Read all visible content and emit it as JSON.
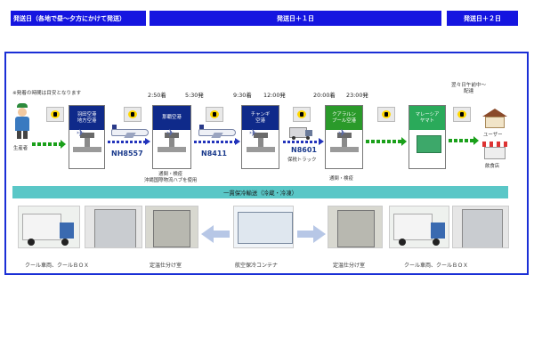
{
  "headers": {
    "day1": "発送日（各地で昼～夕方にかけて発送）",
    "day2": "発送日＋１日",
    "day3": "発送日＋２日"
  },
  "notes": {
    "timing": "※発着の時間は目安となります",
    "delivery": "翌々日午前中～\n配達"
  },
  "actors": {
    "producer": "生産者",
    "user": "ユーザー",
    "restaurant": "飲食店"
  },
  "hubs": [
    {
      "label": "羽田空港\n地方空港",
      "color": "#0f2a8a"
    },
    {
      "label": "那覇空港",
      "color": "#0f2a8a"
    },
    {
      "label": "チャンギ\n空港",
      "color": "#0f2a8a"
    },
    {
      "label": "クアラルン\nプール空港",
      "color": "#2a9a2a"
    },
    {
      "label": "マレーシア\nヤマト",
      "color": "#2aaa5a"
    }
  ],
  "times": {
    "t1": "2:50着",
    "t2": "5:30発",
    "t3": "9:30着",
    "t4": "12:00発",
    "t5": "20:00着",
    "t6": "23:00発"
  },
  "flights": {
    "f1": "NH8557",
    "f2": "N8411",
    "f3": "N8601",
    "f3_sub": "保税トラック"
  },
  "captions": {
    "naha": "通関・検疫\n沖縄国際物流ハブを使用",
    "kl": "通関・検疫"
  },
  "cold_chain": {
    "title": "一貫保冷輸送（冷蔵・冷凍）",
    "labels": [
      "クール車両、クールＢＯＸ",
      "定温仕分け室",
      "航空保冷コンテナ",
      "定温仕分け室",
      "クール車両、クールＢＯＸ"
    ]
  },
  "colors": {
    "header_blue": "#1515e0",
    "frame_blue": "#1a2fd6",
    "teal_strip": "#5ac7c7",
    "arrow_green": "#1aa01a",
    "arrow_blue": "#2233bb"
  },
  "icons": [
    "package-icon",
    "airplane-icon",
    "truck-icon",
    "house-icon",
    "shop-icon",
    "person-icon"
  ]
}
